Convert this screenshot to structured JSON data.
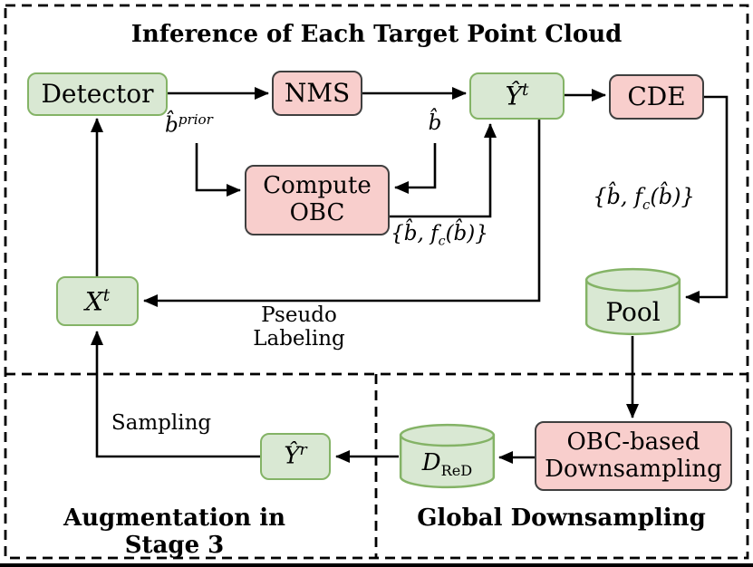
{
  "colors": {
    "green_fill": "#d9e8d3",
    "green_border": "#84b366",
    "pink_fill": "#f8cecc",
    "pink_border": "#3f3f3f",
    "line": "#000000",
    "background": "#ffffff"
  },
  "title": "Inference of Each Target Point Cloud",
  "sections": {
    "augmentation": "Augmentation in Stage 3",
    "global_downsampling": "Global Downsampling"
  },
  "nodes": {
    "detector": "Detector",
    "nms": "NMS",
    "y_t": {
      "base": "Ŷ",
      "sup": "t"
    },
    "cde": "CDE",
    "compute_obc": {
      "line1": "Compute",
      "line2": "OBC"
    },
    "x_t": {
      "base": "X",
      "sup": "t"
    },
    "pool": "Pool",
    "obc_downsampling": {
      "line1": "OBC-based",
      "line2": "Downsampling"
    },
    "d_red": {
      "base": "D",
      "sub": "ReD"
    },
    "y_r": {
      "base": "Ŷ",
      "sup": "r"
    }
  },
  "labels": {
    "b_prior": {
      "base": "b̂",
      "sup": "prior"
    },
    "b_hat": "b̂",
    "obc_set_mid": {
      "open": "{b̂, ",
      "f": "f",
      "sub": "c",
      "close": "(b̂)}"
    },
    "obc_set_right": {
      "open": "{b̂, ",
      "f": "f",
      "sub": "c",
      "close": "(b̂)}"
    },
    "pseudo_labeling": "Pseudo Labeling",
    "sampling": "Sampling"
  }
}
